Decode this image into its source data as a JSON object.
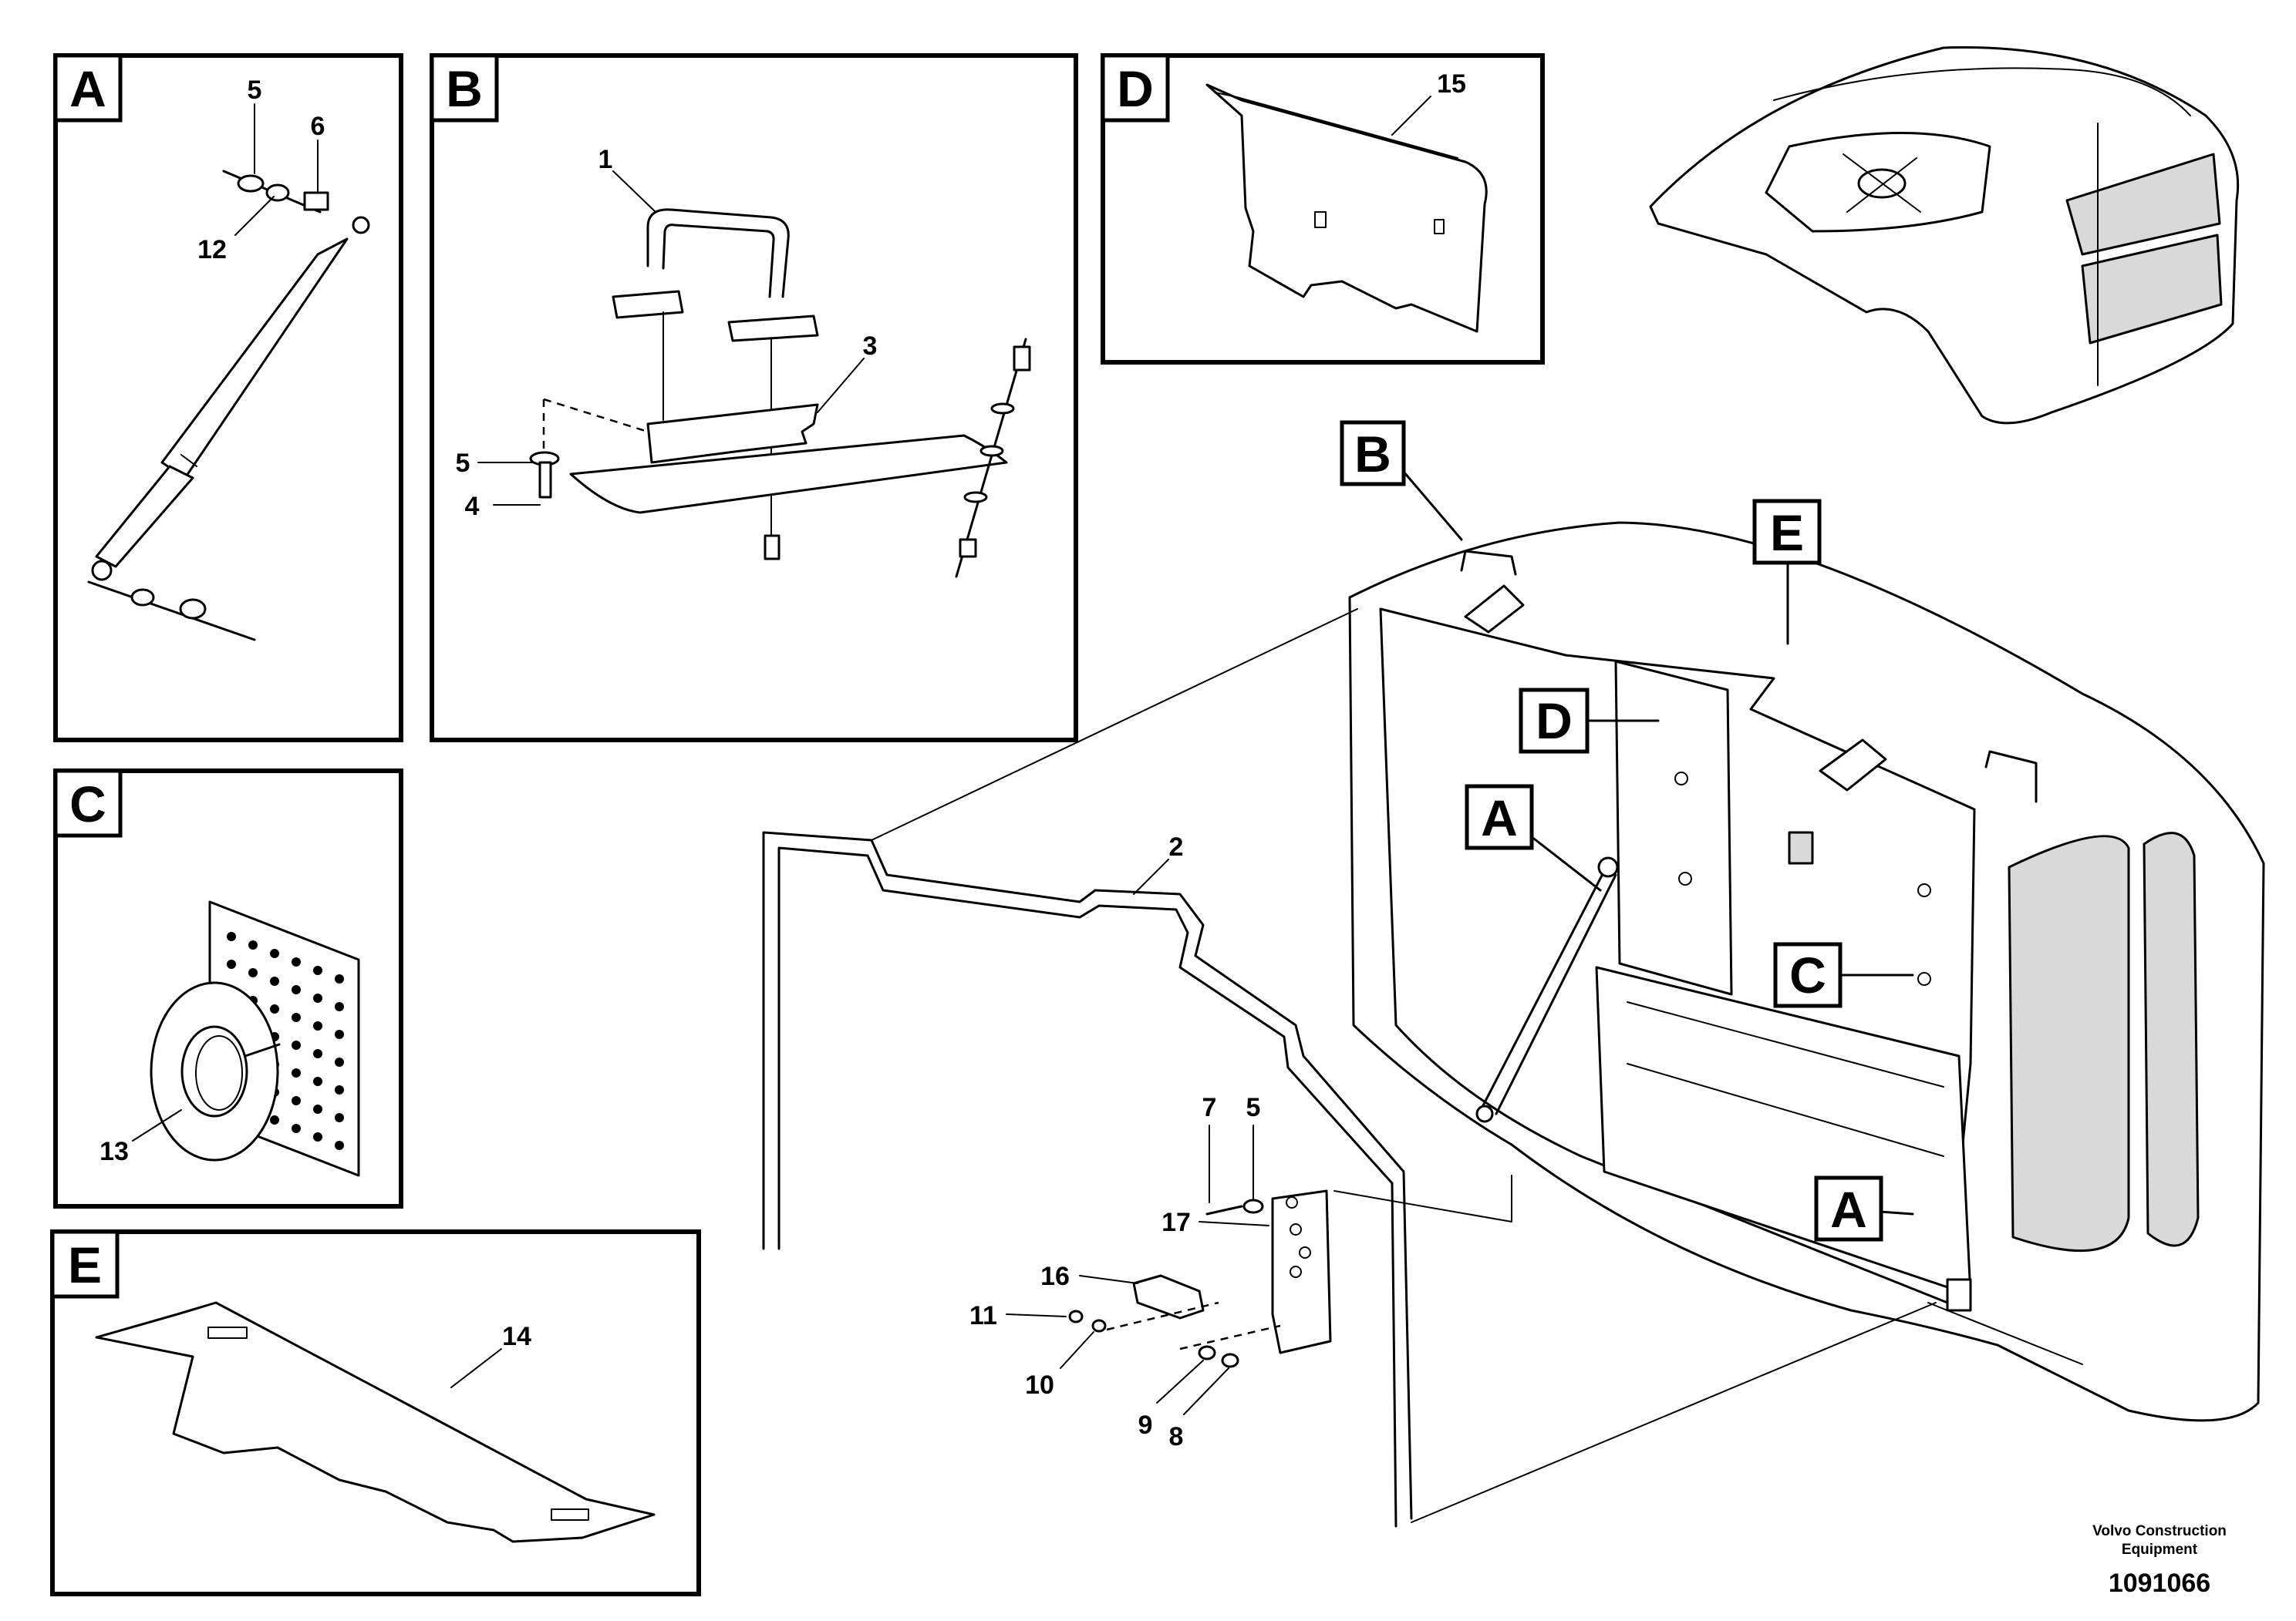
{
  "panels": {
    "A": {
      "label": "A",
      "parts": {
        "p5": "5",
        "p6": "6",
        "p12": "12"
      }
    },
    "B": {
      "label": "B",
      "parts": {
        "p1": "1",
        "p3": "3",
        "p5": "5",
        "p4": "4"
      }
    },
    "C": {
      "label": "C",
      "parts": {
        "p13": "13"
      }
    },
    "D": {
      "label": "D",
      "parts": {
        "p15": "15"
      }
    },
    "E": {
      "label": "E",
      "parts": {
        "p14": "14"
      }
    }
  },
  "main": {
    "callouts": {
      "B": "B",
      "E": "E",
      "D": "D",
      "A1": "A",
      "C": "C",
      "A2": "A"
    },
    "parts": {
      "p2": "2",
      "p7": "7",
      "p5": "5",
      "p17": "17",
      "p16": "16",
      "p11": "11",
      "p10": "10",
      "p9": "9",
      "p8": "8"
    }
  },
  "footer": {
    "company_line1": "Volvo Construction",
    "company_line2": "Equipment",
    "drawing_number": "1091066"
  }
}
